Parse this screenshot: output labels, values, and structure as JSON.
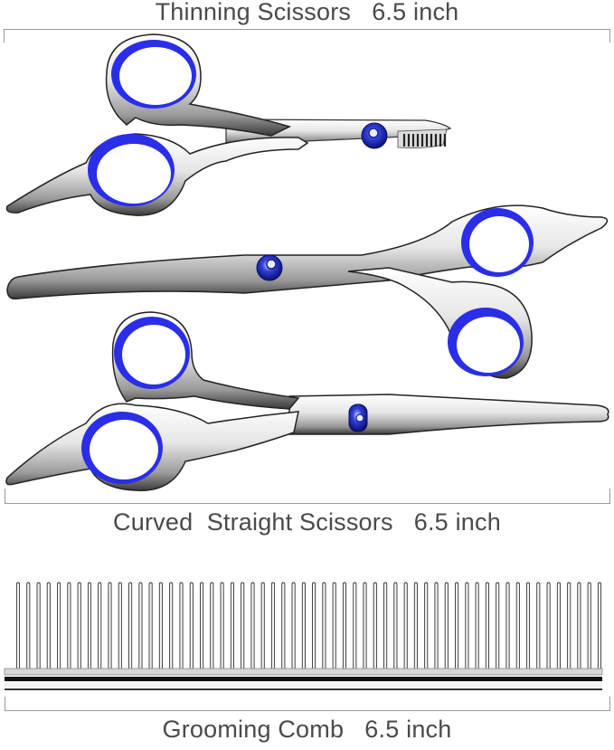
{
  "labels": {
    "thinning": "Thinning Scissors   6.5 inch",
    "curved_straight": "Curved  Straight Scissors   6.5 inch",
    "comb": "Grooming Comb   6.5 inch"
  },
  "products": [
    {
      "name": "Thinning Scissors",
      "length": "6.5 inch",
      "ring_color": "#2a2ee8"
    },
    {
      "name": "Curved Scissors",
      "length": "6.5 inch",
      "ring_color": "#2a2ee8"
    },
    {
      "name": "Straight Scissors",
      "length": "6.5 inch",
      "ring_color": "#2a2ee8"
    },
    {
      "name": "Grooming Comb",
      "length": "6.5 inch",
      "teeth_count": 58
    }
  ],
  "colors": {
    "accent_blue": "#2a2ee8",
    "steel_light": "#f2f2f2",
    "steel_dark": "#2b2b2b",
    "label_text": "#4a4a4a",
    "bracket_line": "#9a9a9a"
  }
}
